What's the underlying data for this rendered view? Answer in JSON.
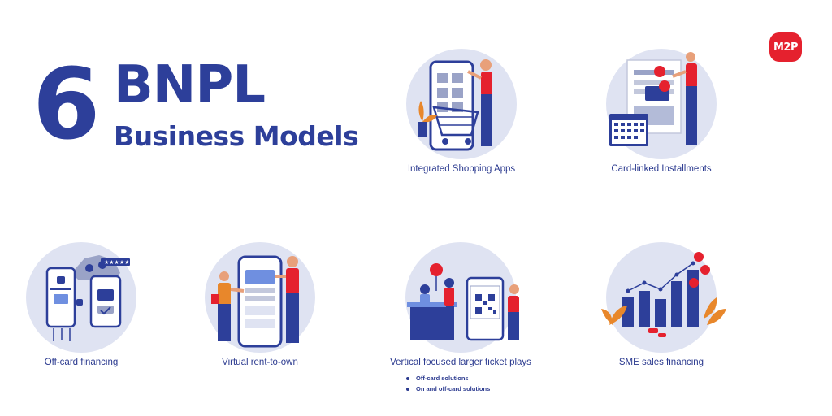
{
  "hero": {
    "number": "6",
    "title_line1": "BNPL",
    "title_line2": "Business Models"
  },
  "logo": {
    "text": "M2P",
    "color": "#e5212e"
  },
  "colors": {
    "navy": "#2d3f9a",
    "circle": "#dfe3f2",
    "accent_red": "#e5212e",
    "orange": "#e8872b"
  },
  "models": [
    {
      "label": "Integrated Shopping Apps",
      "icon": "shopping-cart-phone-illustration"
    },
    {
      "label": "Card-linked Installments",
      "icon": "card-calendar-illustration"
    },
    {
      "label": "Off-card financing",
      "icon": "secure-payment-phone-illustration"
    },
    {
      "label": "Virtual rent-to-own",
      "icon": "phone-people-illustration"
    },
    {
      "label": "Vertical focused larger ticket plays",
      "icon": "qr-counter-illustration",
      "sub_items": [
        "Off-card solutions",
        "On and off-card solutions"
      ]
    },
    {
      "label": "SME sales financing",
      "icon": "bar-chart-illustration"
    }
  ]
}
